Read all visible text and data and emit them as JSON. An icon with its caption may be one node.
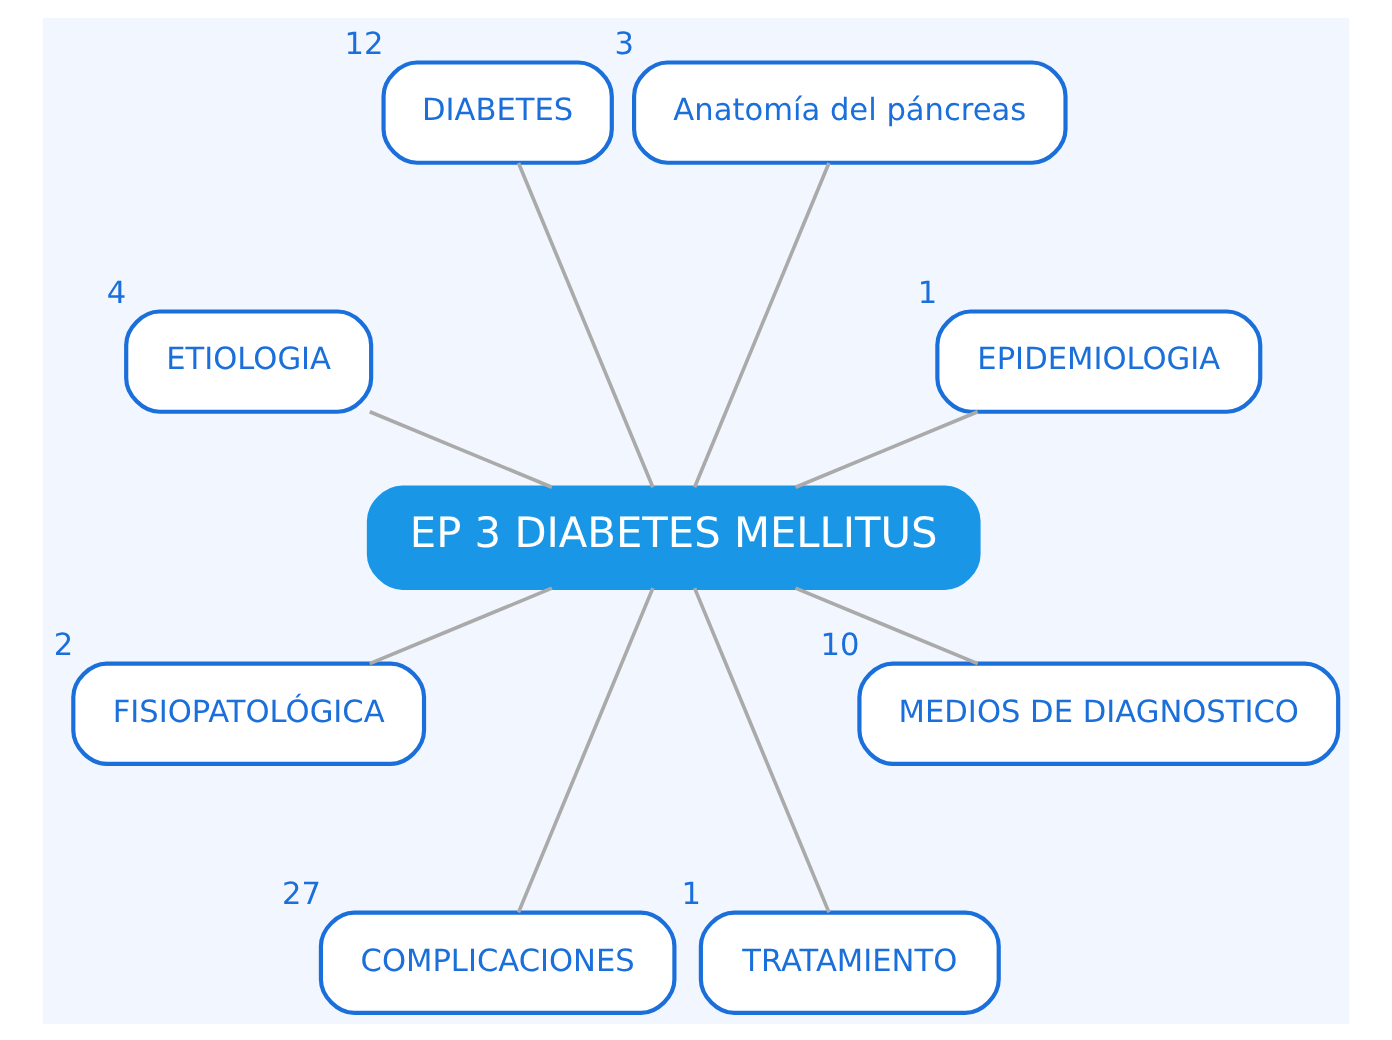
{
  "diagram": {
    "nodes": [
      {
        "text": [
          "EP 3 DIABETES MELLITUS"
        ]
      },
      {
        "text": [
          "EPIDEMIOLOGIA"
        ],
        "beside": [
          "1"
        ]
      },
      {
        "text": [
          "Anatomía del páncreas"
        ],
        "beside": [
          "3"
        ]
      },
      {
        "text": [
          "DIABETES"
        ],
        "beside": [
          "12"
        ]
      },
      {
        "text": [
          "ETIOLOGIA"
        ],
        "beside": [
          "4"
        ]
      },
      {
        "text": [
          "FISIOPATOLÓGICA"
        ],
        "beside": [
          "2"
        ]
      },
      {
        "text": [
          "COMPLICACIONES"
        ],
        "beside": [
          "27"
        ]
      },
      {
        "text": [
          "TRATAMIENTO"
        ],
        "beside": [
          "1"
        ]
      },
      {
        "text": [
          "MEDIOS DE DIAGNOSTICO"
        ],
        "beside": [
          "10"
        ]
      }
    ],
    "edges": [
      {
        "from": 0,
        "to": 1,
        "arrow": "none"
      },
      {
        "from": 0,
        "to": 2,
        "arrow": "none"
      },
      {
        "from": 0,
        "to": 3,
        "arrow": "none"
      },
      {
        "from": 0,
        "to": 4,
        "arrow": "none"
      },
      {
        "from": 0,
        "to": 5,
        "arrow": "none"
      },
      {
        "from": 0,
        "to": 6,
        "arrow": "none"
      },
      {
        "from": 0,
        "to": 7,
        "arrow": "none"
      },
      {
        "from": 0,
        "to": 8,
        "arrow": "none"
      }
    ]
  }
}
